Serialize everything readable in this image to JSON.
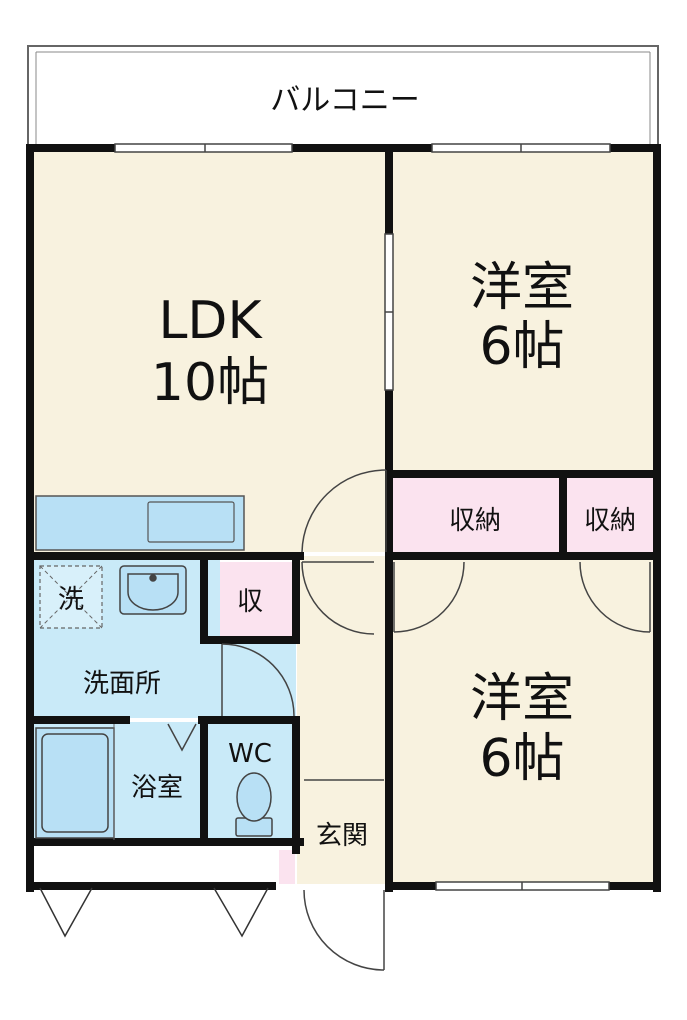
{
  "floor_plan": {
    "balcony": {
      "label": "バルコニー"
    },
    "ldk": {
      "name": "LDK",
      "size": "10帖"
    },
    "bedroom_north": {
      "name": "洋室",
      "size": "6帖"
    },
    "bedroom_south": {
      "name": "洋室",
      "size": "6帖"
    },
    "closet_left": {
      "label": "収納"
    },
    "closet_right": {
      "label": "収納"
    },
    "storage_small": {
      "label": "収"
    },
    "washroom": {
      "label": "洗面所"
    },
    "washer": {
      "label": "洗"
    },
    "bathroom": {
      "label": "浴室"
    },
    "toilet": {
      "label": "WC"
    },
    "entrance": {
      "label": "玄関"
    }
  },
  "colors": {
    "wood_floor": "#f8f2df",
    "wet_area": "#c9eaf8",
    "storage": "#fbe3ef",
    "walls": "#111111",
    "fixtures": "#b8e0f5"
  }
}
